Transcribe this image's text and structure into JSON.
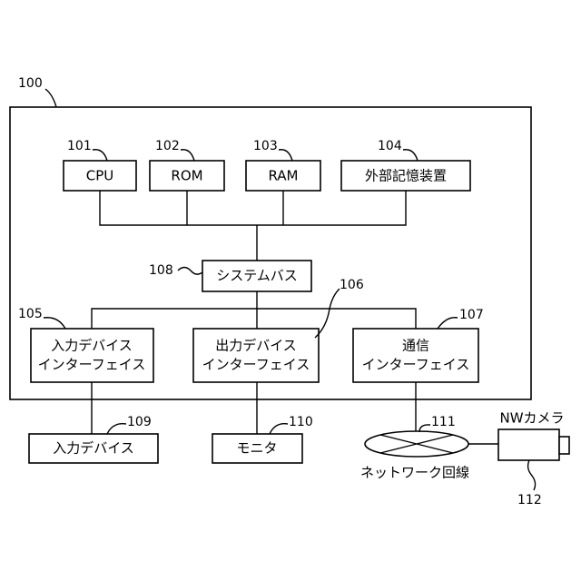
{
  "refs": {
    "system": "100",
    "cpu": "101",
    "rom": "102",
    "ram": "103",
    "storage": "104",
    "input_if": "105",
    "output_if": "106",
    "comm_if": "107",
    "bus": "108",
    "input_dev": "109",
    "monitor": "110",
    "network": "111",
    "camera": "112"
  },
  "labels": {
    "cpu": "CPU",
    "rom": "ROM",
    "ram": "RAM",
    "storage": "外部記憶装置",
    "bus": "システムバス",
    "input_if_1": "入力デバイス",
    "input_if_2": "インターフェイス",
    "output_if_1": "出力デバイス",
    "output_if_2": "インターフェイス",
    "comm_if_1": "通信",
    "comm_if_2": "インターフェイス",
    "input_dev": "入力デバイス",
    "monitor": "モニタ",
    "network": "ネットワーク回線",
    "camera": "NWカメラ"
  }
}
